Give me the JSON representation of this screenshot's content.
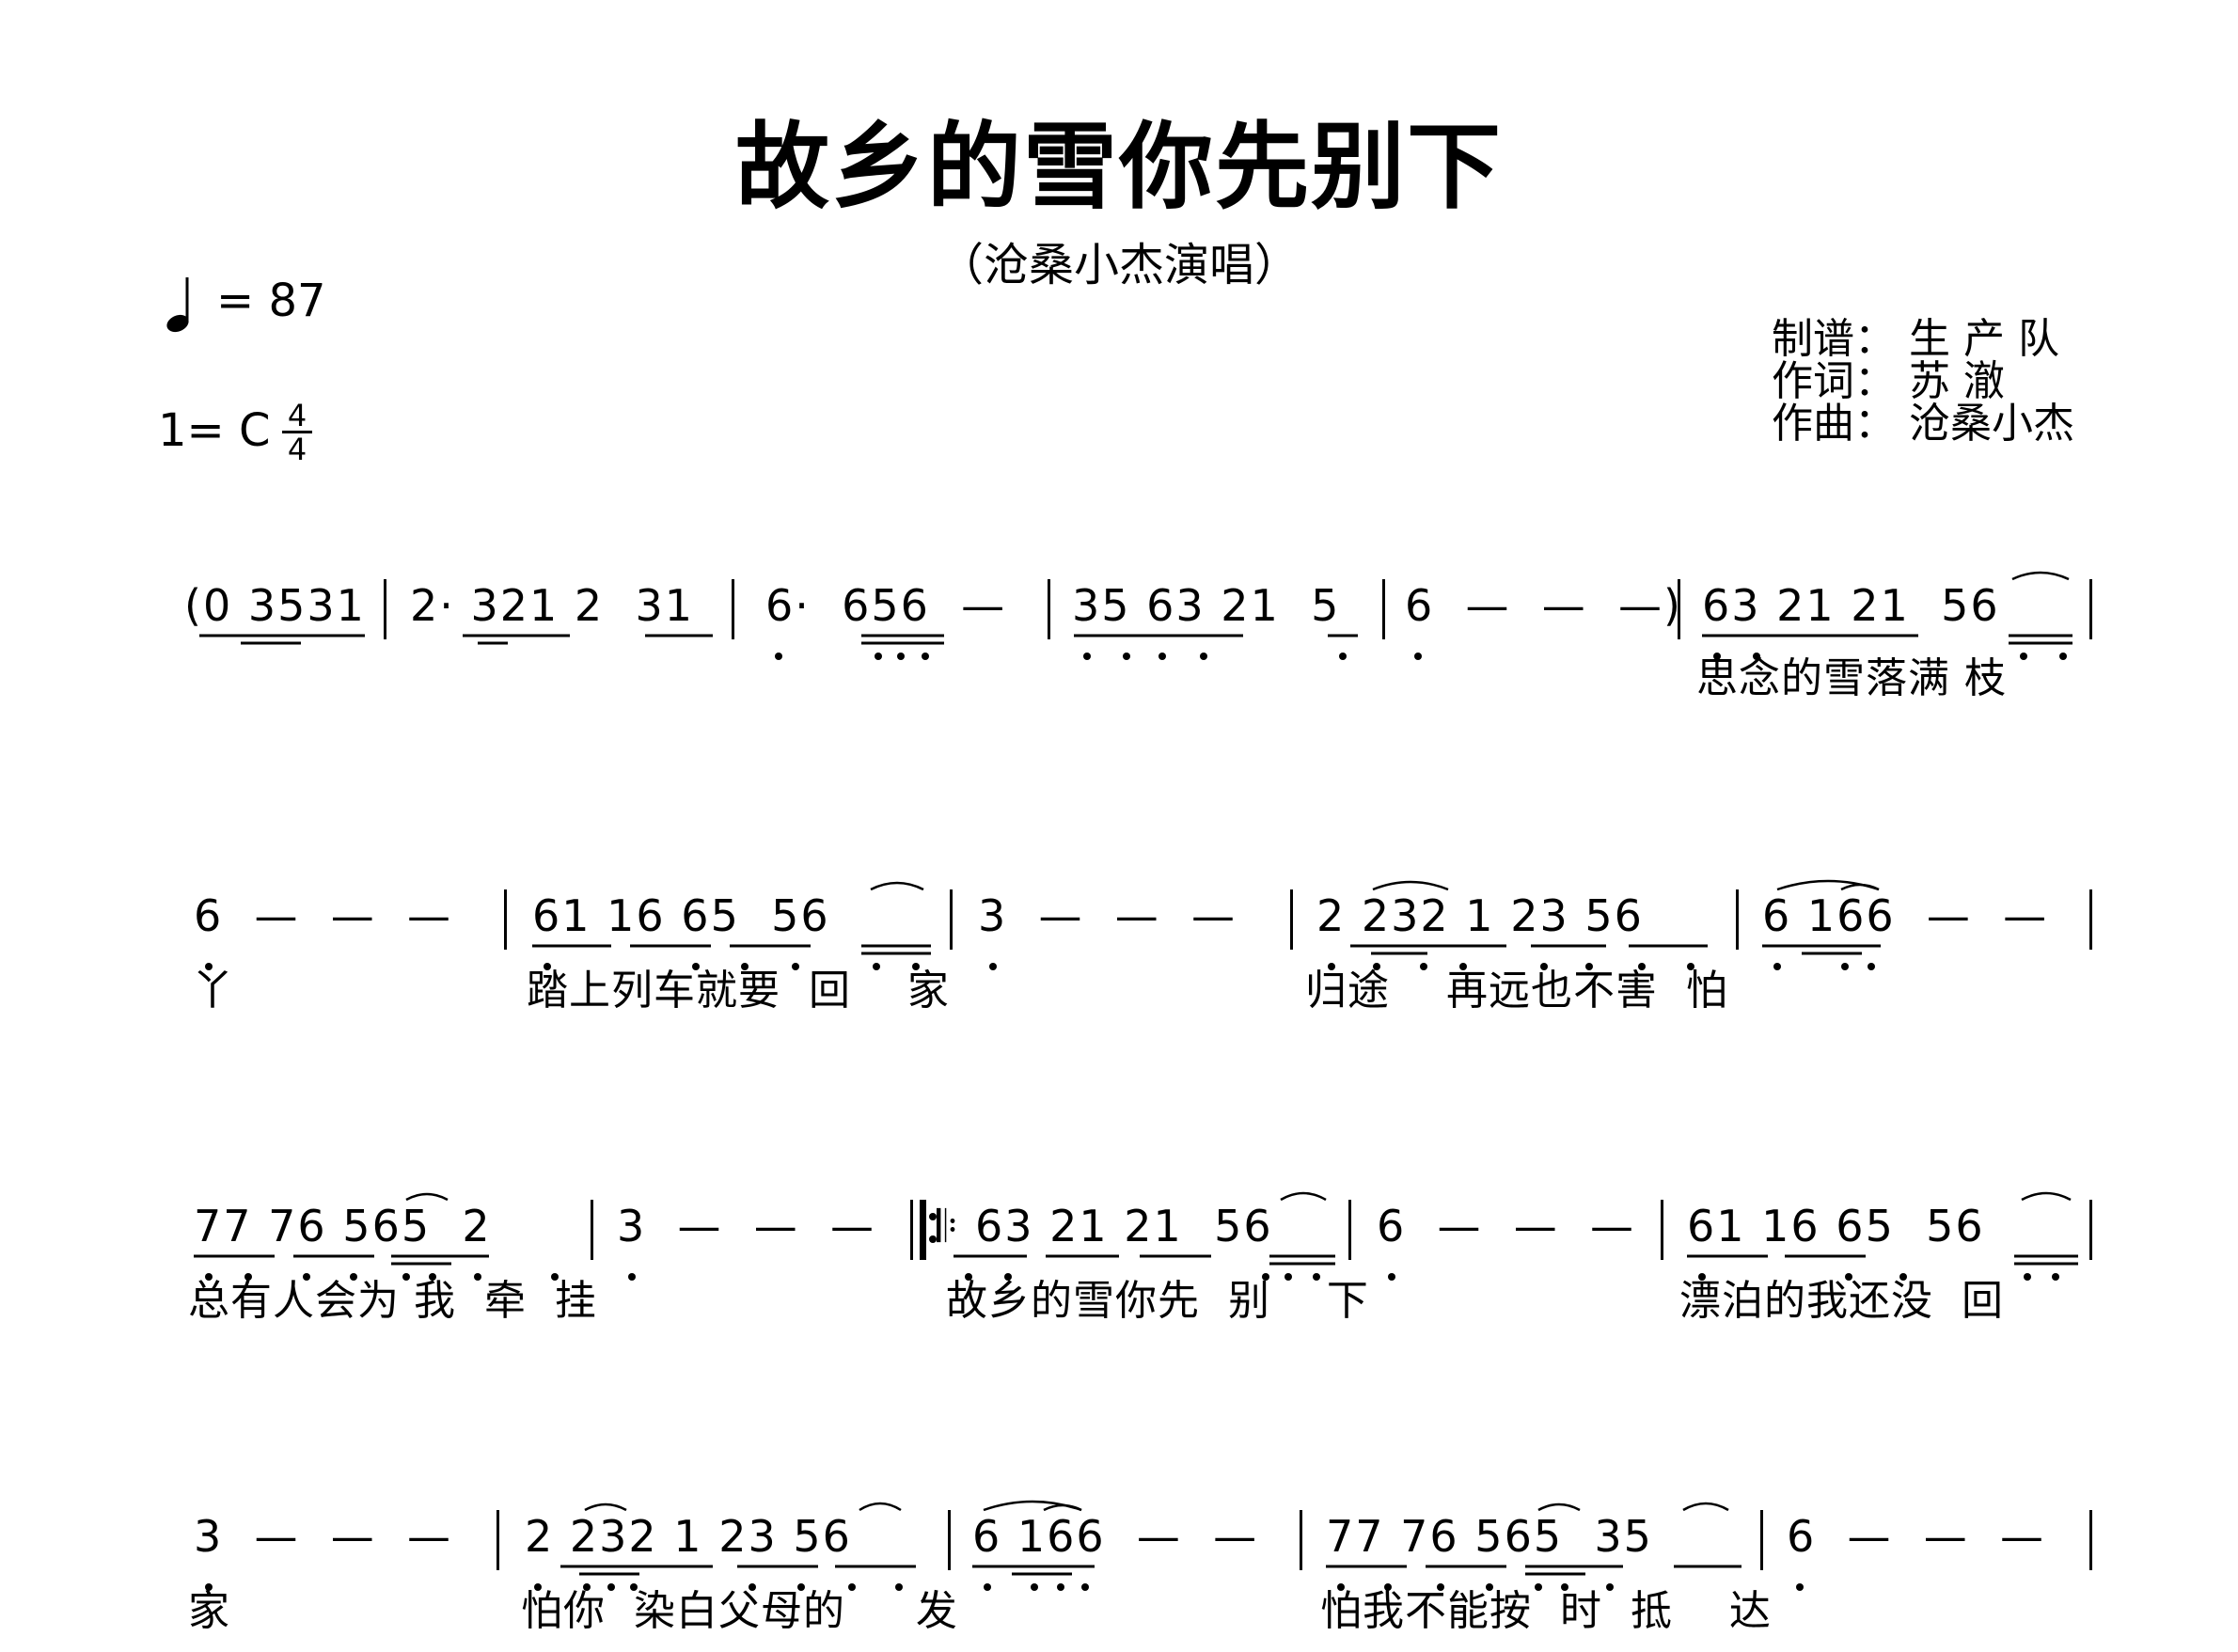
{
  "header": {
    "title": "故乡的雪你先别下",
    "subtitle": "（沧桑小杰演唱）",
    "tempo_value": "= 87",
    "key": "1= C",
    "time_signature": {
      "top": "4",
      "bottom": "4"
    }
  },
  "credits": [
    {
      "label": "制谱：",
      "value": "生 产 队"
    },
    {
      "label": "作词：",
      "value": "苏      澈"
    },
    {
      "label": "作曲：",
      "value": "沧桑小杰"
    }
  ],
  "score": {
    "systems": [
      {
        "measures": [
          "(0 3531",
          "2· 321 2  31",
          "6·  656  —",
          "35 63 21  5",
          "6  —  —  —)",
          "63 21 21  56"
        ],
        "lyrics": [
          {
            "text": "思念的雪落满 枝"
          }
        ]
      },
      {
        "measures": [
          "6  —  —  —",
          "61 16 65  56",
          "3  —  —  —",
          "2 232 1 23 56",
          "6 166  —  —"
        ],
        "lyrics": [
          {
            "text": "丫"
          },
          {
            "text": "踏上列车就要  回    家"
          },
          {
            "text": "归途    再远也不害  怕"
          }
        ]
      },
      {
        "measures": [
          "77 76 565  2",
          "3  —  —  —",
          "𝄆 63 21 21  56",
          "6  —  —  —",
          "61 16 65  56"
        ],
        "lyrics": [
          {
            "text": "总有人会为 我  牵  挂"
          },
          {
            "text": "故乡的雪你先  别    下"
          },
          {
            "text": "漂泊的我还没  回"
          }
        ]
      },
      {
        "measures": [
          "3  —  —  —",
          "2 232 1 23 56",
          "6 166  —  —",
          "77 76 565  35",
          "6  —  —  —"
        ],
        "lyrics": [
          {
            "text": "家"
          },
          {
            "text": "怕你  染白父母的     发"
          },
          {
            "text": "怕我不能按  时  抵    达"
          }
        ]
      }
    ]
  }
}
